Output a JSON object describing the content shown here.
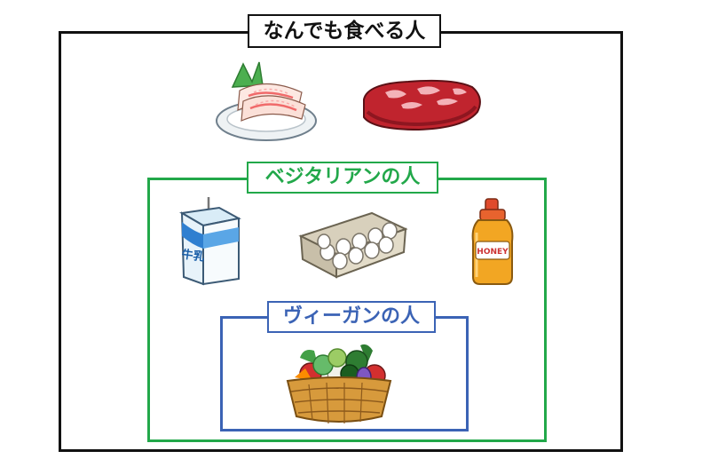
{
  "groups": {
    "everyone": {
      "label": "なんでも食べる人",
      "color": "#111111"
    },
    "vegetarian": {
      "label": "ベジタリアンの人",
      "color": "#22a84a"
    },
    "vegan": {
      "label": "ヴィーガンの人",
      "color": "#3b63b5"
    }
  },
  "items": {
    "milk_text": "牛乳",
    "honey_text": "HONEY"
  },
  "icons": [
    "sashimi-icon",
    "meat-icon",
    "milk-carton-icon",
    "egg-carton-icon",
    "honey-bottle-icon",
    "vegetable-basket-icon"
  ]
}
